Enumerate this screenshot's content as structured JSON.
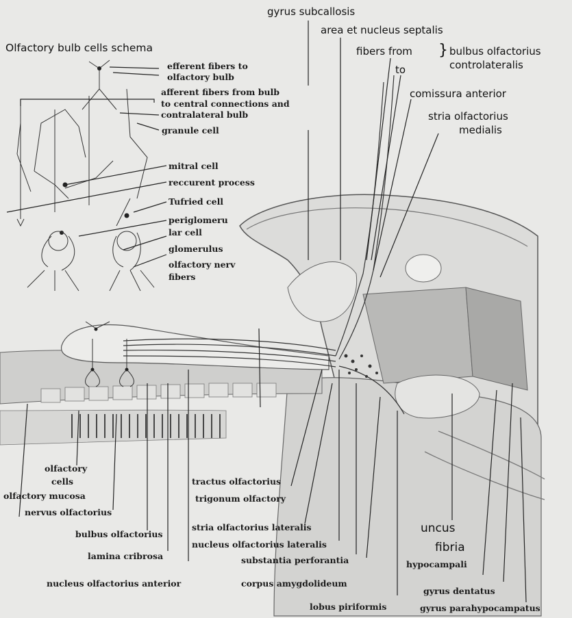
{
  "title": "Olfactory bulb cells schema",
  "labels": {
    "efferent_fibers_1": "efferent fibers to",
    "efferent_fibers_2": "olfactory bulb",
    "afferent_fibers_1": "afferent fibers from bulb",
    "afferent_fibers_2": "to central connections and",
    "afferent_fibers_3": "contralateral bulb",
    "granule_cell": "granule cell",
    "mitral_cell": "mitral cell",
    "recurrent_process": "reccurent process",
    "tufted_cell": "Tufried cell",
    "periglomerular_1": "periglomeru",
    "periglomerular_2": "lar cell",
    "glomerulus": "glomerulus",
    "olfactory_nerve_fibers_1": "olfactory nerv",
    "olfactory_nerve_fibers_2": "fibers",
    "gyrus_subcallosis": "gyrus subcallosis",
    "area_septalis": "area  et nucleus septalis",
    "fibers_from": "fibers from",
    "to": "to",
    "bulbus_contralateralis_1": "bulbus olfactorius",
    "bulbus_contralateralis_2": "controlateralis",
    "comissura_anterior": "comissura anterior",
    "stria_medialis_1": "stria olfactorius",
    "stria_medialis_2": "medialis",
    "olfactory_cells_1": "olfactory",
    "olfactory_cells_2": "cells",
    "olfactory_mucosa": "olfactory mucosa",
    "nervus_olfactorius": "nervus olfactorius",
    "bulbus_olfactorius": "bulbus olfactorius",
    "lamina_cribrosa": "lamina cribrosa",
    "nucleus_olfactorius_anterior": "nucleus olfactorius anterior",
    "tractus_olfactorius": "tractus olfactorius",
    "trigonum_olfactory": "trigonum olfactory",
    "stria_lateralis": "stria olfactorius lateralis",
    "nucleus_lateralis": "nucleus olfactorius lateralis",
    "substantia_perforantia": "substantia perforantia",
    "corpus_amygdolideum": "corpus amygdolideum",
    "lobus_piriformis": "lobus piriformis",
    "uncus": "uncus",
    "fibria": "fibria",
    "hypocampali": "hypocampali",
    "gyrus_dentatus": "gyrus dentatus",
    "gyrus_parahypocampatus": "gyrus parahypocampatus"
  }
}
